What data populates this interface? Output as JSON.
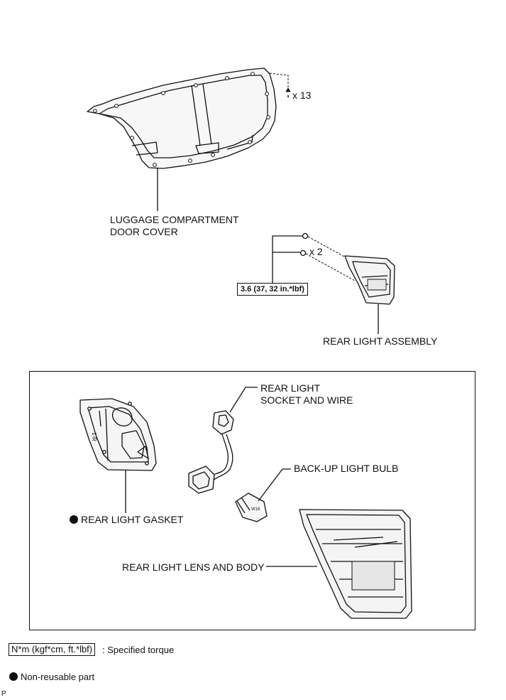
{
  "parts": {
    "door_cover": [
      "LUGGAGE COMPARTMENT",
      "DOOR COVER"
    ],
    "clip_count": "x 13",
    "nut_count": "x 2",
    "torque": "3.6 (37, 32 in.*lbf)",
    "rear_light_assembly": "REAR LIGHT ASSEMBLY"
  },
  "detail": {
    "socket_and_wire": [
      "REAR LIGHT",
      "SOCKET AND WIRE"
    ],
    "backup_bulb": "BACK-UP LIGHT BULB",
    "gasket": "REAR LIGHT GASKET",
    "lens_and_body": "REAR LIGHT LENS AND BODY"
  },
  "legend": {
    "torque_unit": "N*m (kgf*cm, ft.*lbf)",
    "torque_text": ": Specified torque",
    "non_reusable": "Non-reusable part"
  },
  "corner_mark": "P"
}
